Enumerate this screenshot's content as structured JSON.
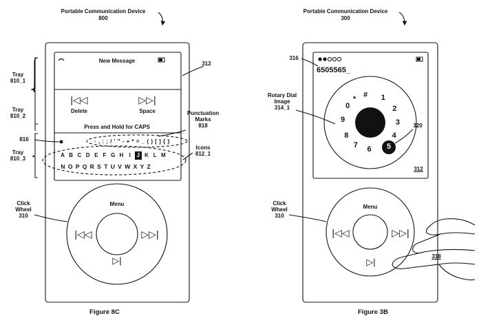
{
  "left": {
    "device_title": "Portable Communication Device",
    "device_ref": "800",
    "screen_title": "New Message",
    "ref_312": "312",
    "tray1": "Tray",
    "tray1_id": "810_1",
    "tray2": "Tray",
    "tray2_id": "810_2",
    "tray3": "Tray",
    "tray3_id": "810_3",
    "delete_icon": "|◁◁",
    "delete_label": "Delete",
    "space_icon": "▷▷|",
    "space_label": "Space",
    "caps_hint": "Press and Hold for CAPS",
    "ref_816": "816",
    "punct_label_1": "Punctuation",
    "punct_label_2": "Marks",
    "punct_ref": "818",
    "punct_row": "· , : ; / ' \" - + * = _ ( ) [ ] { }",
    "icons_label": "Icons",
    "icons_ref": "812_1",
    "row1": [
      "A",
      "B",
      "C",
      "D",
      "E",
      "F",
      "G",
      "H",
      "I",
      "J",
      "K",
      "L",
      "M"
    ],
    "row2": "N O P Q R S T U V W X Y Z",
    "selected_key": "J",
    "wheel_label_1": "Click",
    "wheel_label_2": "Wheel",
    "wheel_ref": "310",
    "menu": "Menu",
    "prev": "|◁◁",
    "next": "▷▷|",
    "play": "▷|",
    "figure": "Figure 8C"
  },
  "right": {
    "device_title": "Portable Communication Device",
    "device_ref": "300",
    "ref_316": "316",
    "number": "6505565_",
    "dial_label_1": "Rotary Dial",
    "dial_label_2": "Image",
    "dial_ref": "314_1",
    "digits": [
      "#",
      "1",
      "2",
      "3",
      "4",
      "5",
      "6",
      "7",
      "8",
      "9",
      "0",
      "*"
    ],
    "ref_320": "320",
    "ref_312": "312",
    "wheel_label_1": "Click",
    "wheel_label_2": "Wheel",
    "wheel_ref": "310",
    "menu": "Menu",
    "prev": "|◁◁",
    "next": "▷▷|",
    "play": "▷|",
    "ref_318": "318",
    "figure": "Figure 3B"
  }
}
